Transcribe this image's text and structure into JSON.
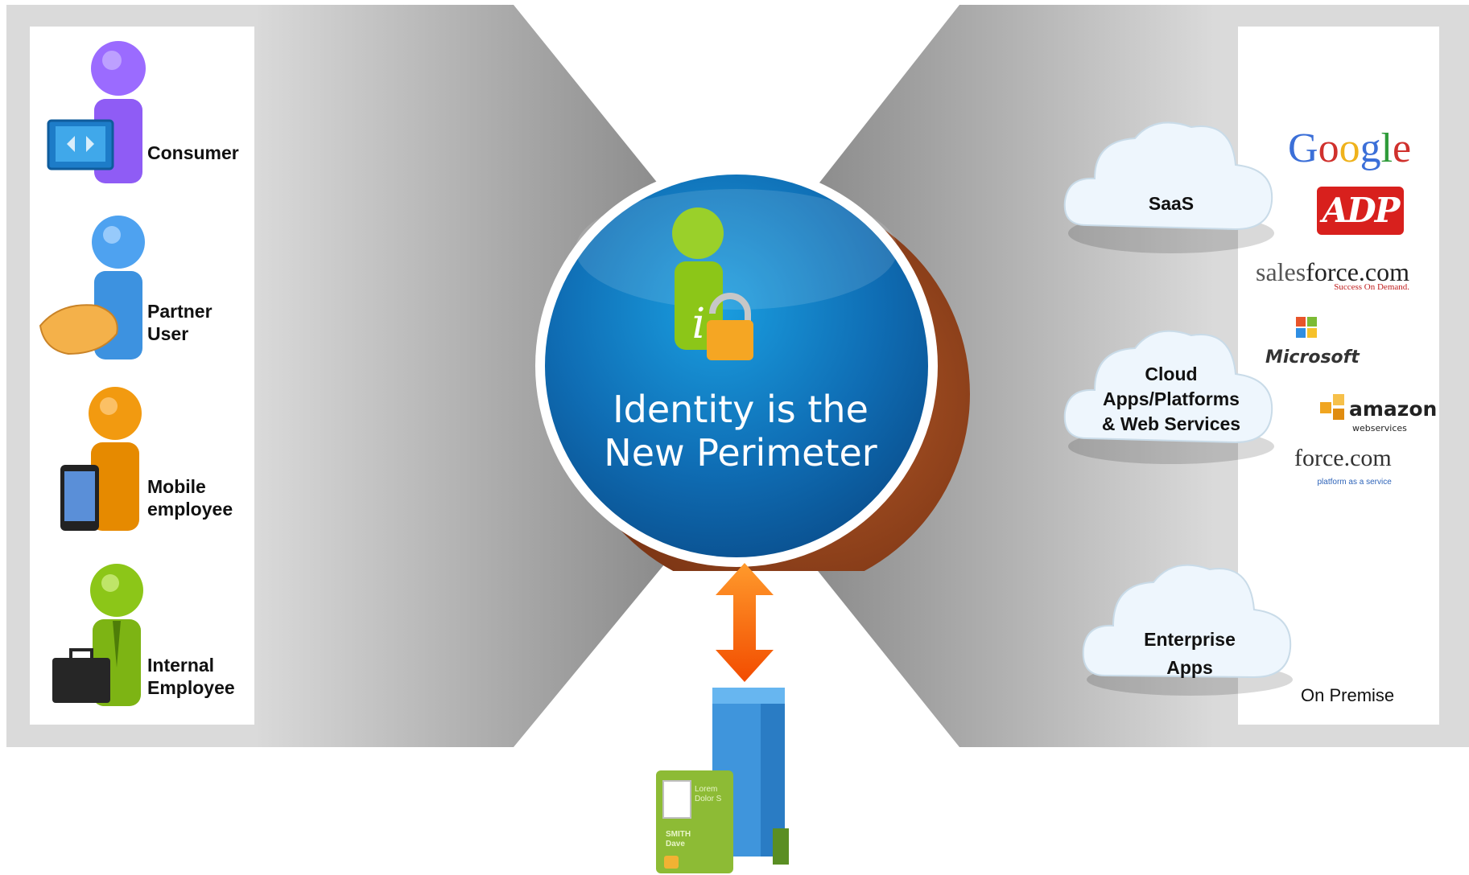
{
  "diagram": {
    "center_title_line1": "Identity is the",
    "center_title_line2": "New Perimeter",
    "users": [
      {
        "label_line1": "Consumer",
        "label_line2": ""
      },
      {
        "label_line1": "Partner",
        "label_line2": "User"
      },
      {
        "label_line1": "Mobile",
        "label_line2": "employee"
      },
      {
        "label_line1": "Internal",
        "label_line2": "Employee"
      }
    ],
    "clouds": [
      {
        "label_lines": [
          "SaaS"
        ]
      },
      {
        "label_lines": [
          "Cloud",
          "Apps/Platforms",
          "& Web Services"
        ]
      },
      {
        "label_lines": [
          "Enterprise",
          "Apps"
        ]
      }
    ],
    "on_premise_label": "On Premise",
    "logos": {
      "google": "Google",
      "adp": "ADP",
      "salesforce_prefix": "sales",
      "salesforce_main": "force.com",
      "salesforce_tagline": "Success On Demand.",
      "microsoft": "Microsoft",
      "amazon": "amazon",
      "amazon_sub": "webservices",
      "forcecom": "force.com",
      "forcecom_sub": "platform as a service"
    },
    "id_card": {
      "line1": "Lorem",
      "line2": "Dolor S",
      "name1": "SMITH",
      "name2": "Dave"
    }
  },
  "colors": {
    "panel_gray": "#dadada",
    "center_blue": "#1584c8",
    "brown_disc": "#9c4a22",
    "arrow_orange": "#ff6a00",
    "consumer": "#9b6bff",
    "partner": "#4ea2f0",
    "mobile": "#f29a10",
    "internal": "#8cc618"
  }
}
